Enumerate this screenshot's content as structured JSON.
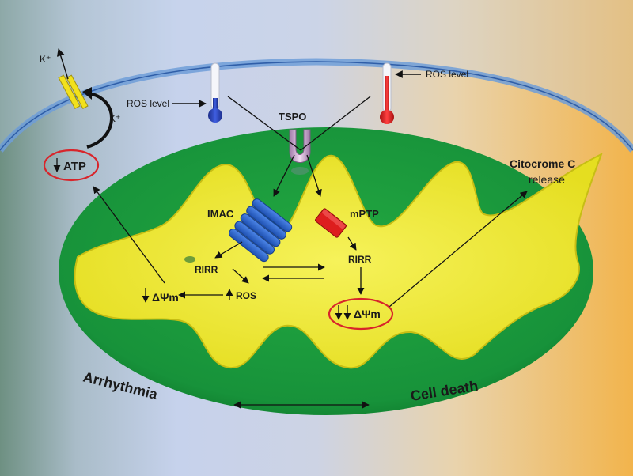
{
  "labels": {
    "k_plus_top": "K⁺",
    "k_plus_mid": "K⁺",
    "atp": "ATP",
    "ros_level_left": "ROS level",
    "ros_level_right": "ROS level",
    "tspo": "TSPO",
    "citocrome": "Citocrome C",
    "release": "release",
    "imac": "IMAC",
    "mptp": "mPTP",
    "rirr_left": "RIRR",
    "rirr_right": "RIRR",
    "ros": "ROS",
    "dpsi_left": "ΔΨm",
    "dpsi_right": "ΔΨm",
    "arrhythmia": "Arrhythmia",
    "cell_death": "Cell death"
  },
  "colors": {
    "bg_left": "#6e9082",
    "bg_mid": "#c4cfe6",
    "bg_right": "#f0b84e",
    "mito_outer": "#1a9a3a",
    "mito_inner": "#eeea2c",
    "imac": "#2a66cc",
    "mptp": "#dd1e1e",
    "highlight_circle": "#d8252b"
  }
}
